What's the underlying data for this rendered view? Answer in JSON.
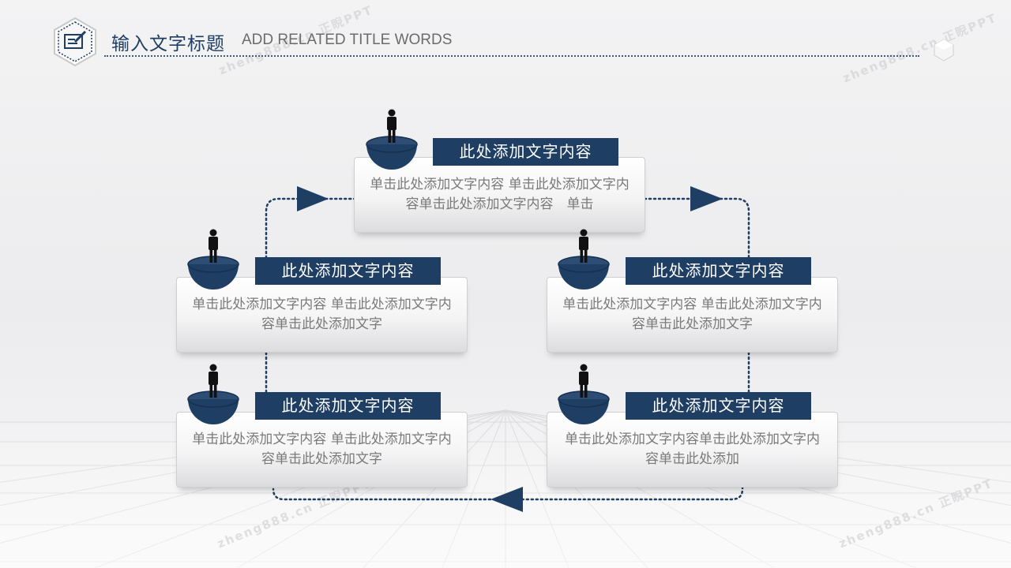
{
  "header": {
    "title_cn": "输入文字标题",
    "title_en": "ADD RELATED TITLE WORDS"
  },
  "watermark": "zheng888.cn 正睨PPT",
  "colors": {
    "accent": "#1f3e63",
    "body_text": "#7a7a7a"
  },
  "icons": {
    "header": "edit-document-icon",
    "person": "person-on-pedestal-icon",
    "arrow": "triangle-arrow-icon"
  },
  "steps": [
    {
      "label": "此处添加文字内容",
      "text": "单击此处添加文字内容 单击此处添加文字内容单击此处添加文字内容　单击"
    },
    {
      "label": "此处添加文字内容",
      "text": "单击此处添加文字内容 单击此处添加文字内容单击此处添加文字"
    },
    {
      "label": "此处添加文字内容",
      "text": "单击此处添加文字内容 单击此处添加文字内容单击此处添加文字"
    },
    {
      "label": "此处添加文字内容",
      "text": "单击此处添加文字内容 单击此处添加文字内容单击此处添加文字"
    },
    {
      "label": "此处添加文字内容",
      "text": "单击此处添加文字内容单击此处添加文字内容单击此处添加"
    }
  ]
}
